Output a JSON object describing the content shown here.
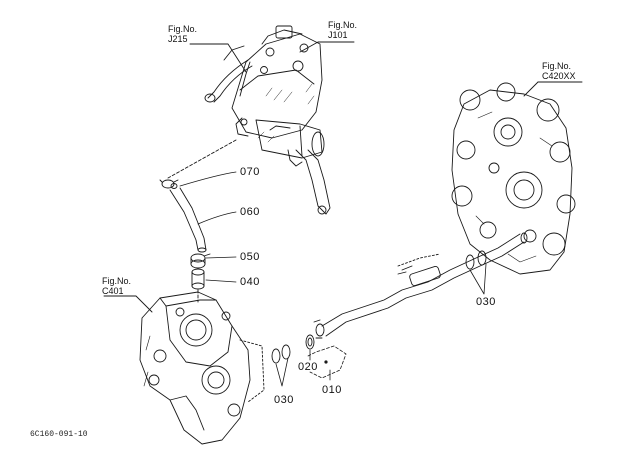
{
  "figure_refs": {
    "j215": {
      "line1": "Fig.No.",
      "line2": "J215"
    },
    "j101": {
      "line1": "Fig.No.",
      "line2": "J101"
    },
    "c420xx": {
      "line1": "Fig.No.",
      "line2": "C420XX"
    },
    "c401": {
      "line1": "Fig.No.",
      "line2": "C401"
    }
  },
  "parts": {
    "p070": "070",
    "p060": "060",
    "p050": "050",
    "p040": "040",
    "p030_right": "030",
    "p020": "020",
    "p010": "010",
    "p030_left": "030"
  },
  "diagram_code": "6C160-091-10"
}
